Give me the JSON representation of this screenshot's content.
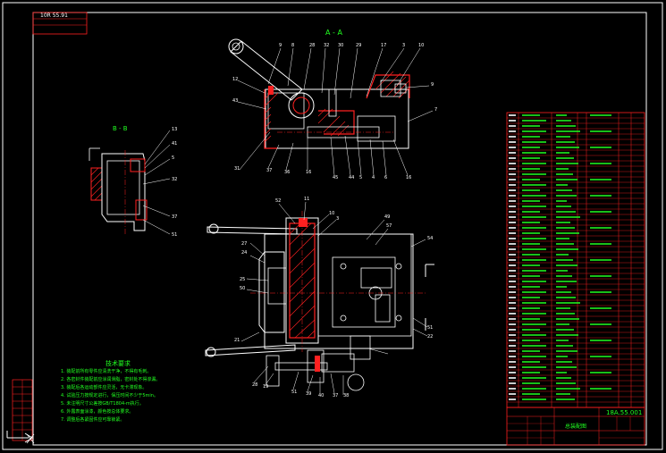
{
  "drawing": {
    "top_stamp_line1": "10R 55.91",
    "top_stamp_line2": "",
    "section_aa": "A - A",
    "section_bb": "B - B",
    "drawing_number": "18A.55.001",
    "tech_title": "技术要求",
    "part_name": "总装配图"
  },
  "colors": {
    "background": "#000000",
    "frame": "#ffffff",
    "part_outline": "#ffffff",
    "section_hatch": "#ff2020",
    "dim_text": "#21ff21",
    "center_line": "#ff2020"
  },
  "leaders_aa": [
    "9",
    "8",
    "28",
    "32",
    "30",
    "29",
    "17",
    "3",
    "10",
    "12",
    "43",
    "9",
    "7",
    "31",
    "37",
    "36",
    "16",
    "45",
    "44",
    "5",
    "4",
    "6",
    "16"
  ],
  "leaders_bb": [
    "13",
    "41",
    "5",
    "32",
    "37",
    "51"
  ],
  "leaders_main": [
    "52",
    "11",
    "10",
    "3",
    "27",
    "24",
    "25",
    "50",
    "49",
    "57",
    "54",
    "51",
    "22",
    "21",
    "28",
    "19",
    "51",
    "39",
    "40",
    "37",
    "38"
  ],
  "notes": [
    "1. 装配前所有零件应清洗干净，不得有毛刺。",
    "2. 各密封件装配前应涂润滑脂，密封处不得渗漏。",
    "3. 装配后各运动部件应灵活，无卡滞现象。",
    "4. 试验压力按规定进行，保压时间不少于5min。",
    "5. 未注明尺寸公差按GB/T1804-m执行。",
    "6. 外露表面涂漆，颜色按总体要求。",
    "7. 调整后各紧固件应可靠锁紧。"
  ]
}
